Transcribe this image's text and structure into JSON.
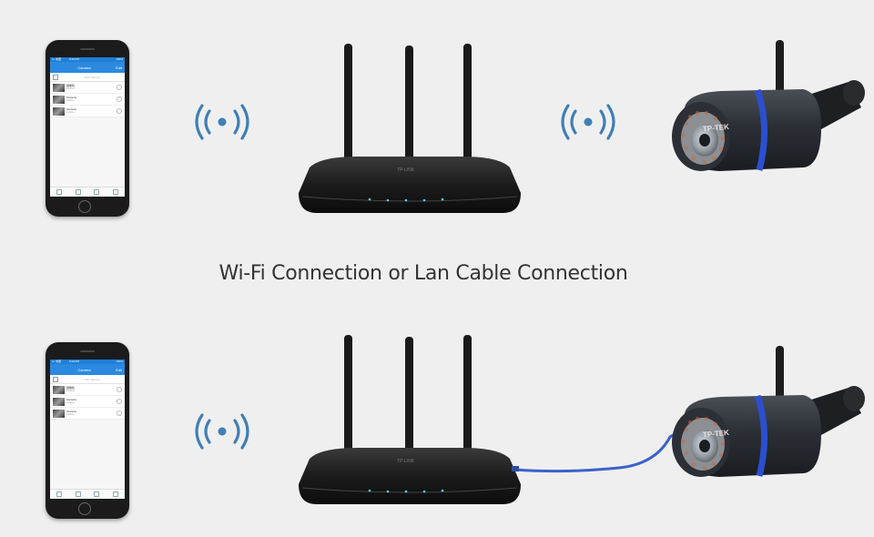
{
  "caption": "Wi-Fi Connection or Lan Cable Connection",
  "phone_app": {
    "status_left": "••• 中国",
    "status_time": "9:30 PM",
    "status_right": "100%",
    "nav_title": "Camera",
    "nav_right": "Edit",
    "add_label": "Add Camera",
    "cameras": [
      {
        "name": "摄像机",
        "status": "Online"
      },
      {
        "name": "Camera",
        "status": "Online"
      },
      {
        "name": "Camera",
        "status": "Online"
      }
    ]
  },
  "router_brand": "TP-LINK",
  "camera_brand": "TP-TEK",
  "colors": {
    "background": "#efefef",
    "wifi_icon": "#3f7fb5",
    "lan_cable": "#3a62c9",
    "camera_band": "#2c4fd0"
  },
  "icons": [
    "wifi-signal-icon",
    "smartphone-icon",
    "router-icon",
    "ip-camera-icon"
  ]
}
